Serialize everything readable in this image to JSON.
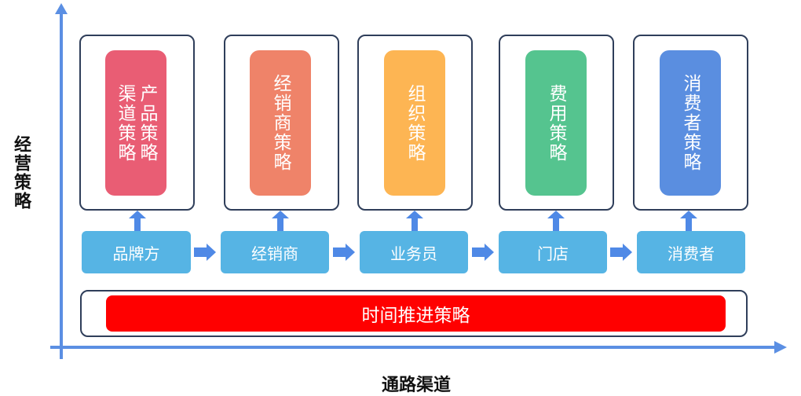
{
  "axes": {
    "y_label": "经营策略",
    "x_label": "通路渠道"
  },
  "columns": [
    {
      "strategy_lines": [
        "渠道策略",
        "产品策略"
      ],
      "strategy_color": "#e95d74",
      "node": "品牌方"
    },
    {
      "strategy_lines": [
        "经销商策略"
      ],
      "strategy_color": "#ef8369",
      "node": "经销商"
    },
    {
      "strategy_lines": [
        "组织策略"
      ],
      "strategy_color": "#fdb553",
      "node": "业务员"
    },
    {
      "strategy_lines": [
        "费用策略"
      ],
      "strategy_color": "#55c48f",
      "node": "门店"
    },
    {
      "strategy_lines": [
        "消费者策略"
      ],
      "strategy_color": "#5a8ee0",
      "node": "消费者"
    }
  ],
  "time_strategy": "时间推进策略",
  "colors": {
    "axis": "#5b8fe3",
    "node": "#56b4e4",
    "arrow": "#4f89e6",
    "time_bar": "#ff0000",
    "frame_border": "#2f3e5a"
  }
}
